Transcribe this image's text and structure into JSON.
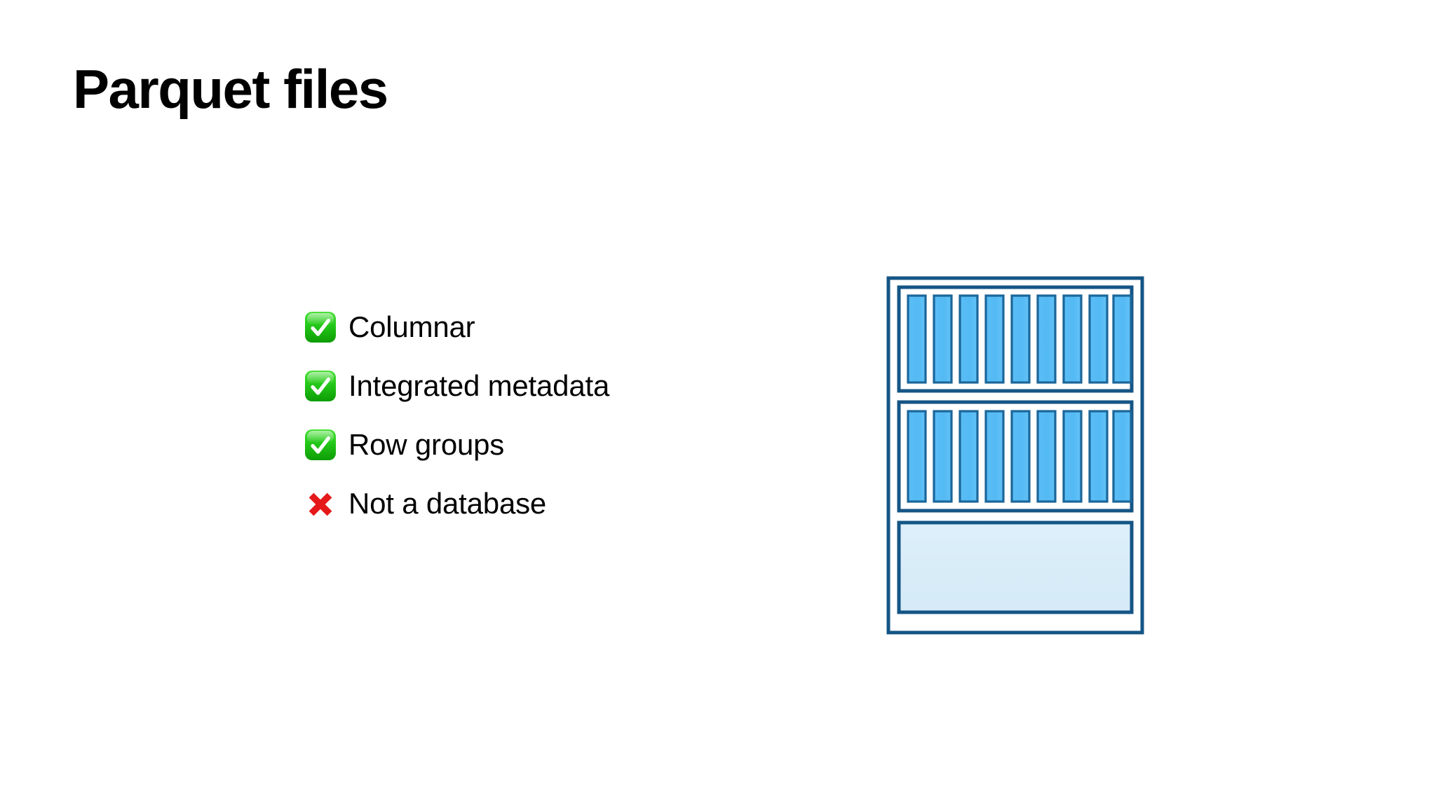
{
  "slide": {
    "title": "Parquet files",
    "background_color": "#FFFFFF",
    "text_color": "#000000"
  },
  "features": [
    {
      "icon": "white-heavy-check-mark-icon",
      "icon_char": "✅",
      "status": "yes",
      "label": "Columnar"
    },
    {
      "icon": "white-heavy-check-mark-icon",
      "icon_char": "✅",
      "status": "yes",
      "label": "Integrated metadata"
    },
    {
      "icon": "white-heavy-check-mark-icon",
      "icon_char": "✅",
      "status": "yes",
      "label": "Row groups"
    },
    {
      "icon": "cross-mark-icon",
      "icon_char": "❌",
      "status": "no",
      "label": "Not a database"
    }
  ],
  "diagram": {
    "name": "parquet-file-structure",
    "description": "Parquet file with two row groups of columnar chunks and a footer metadata block",
    "colors": {
      "frame_stroke": "#145585",
      "row_group_stroke": "#145585",
      "column_fill": "#5BBDF5",
      "column_stroke": "#1B6699",
      "metadata_fill": "#D9EDF9",
      "metadata_stroke": "#145585",
      "file_fill": "#FFFFFF"
    },
    "row_groups": [
      {
        "name": "row-group-1",
        "column_count": 9
      },
      {
        "name": "row-group-2",
        "column_count": 9
      }
    ],
    "footer": {
      "name": "metadata-block",
      "label": ""
    }
  }
}
